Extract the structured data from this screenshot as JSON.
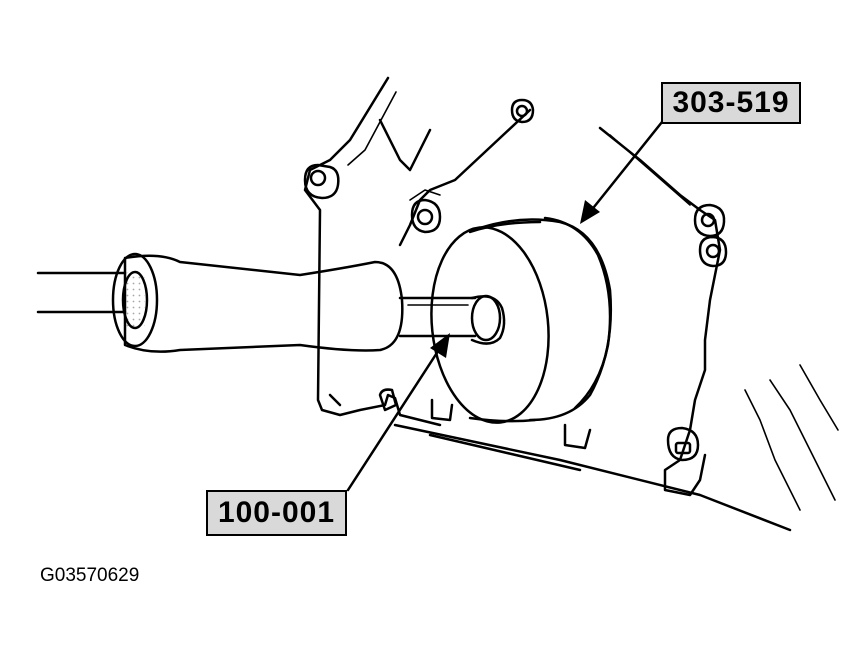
{
  "labels": {
    "tool_seal_installer": "303-519",
    "tool_slide_hammer": "100-001"
  },
  "figure_id": "G03570629",
  "colors": {
    "line": "#000000",
    "label_fill": "#d9d9d9",
    "background": "#ffffff"
  }
}
